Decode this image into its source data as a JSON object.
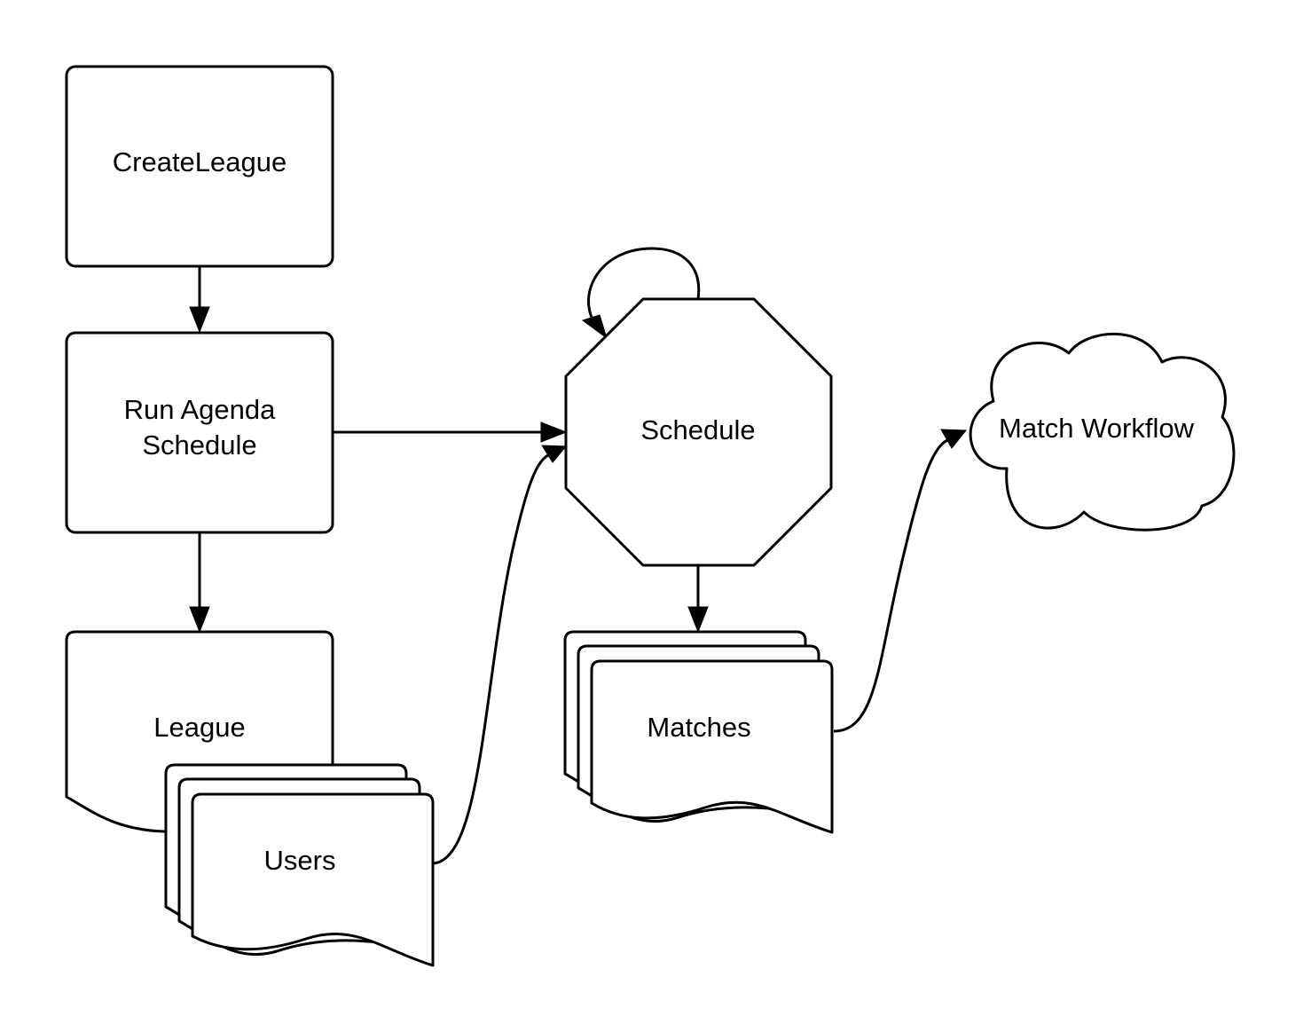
{
  "nodes": {
    "create_league": {
      "label": "CreateLeague"
    },
    "run_agenda_schedule": {
      "lines": [
        "Run Agenda",
        "Schedule"
      ]
    },
    "league": {
      "label": "League"
    },
    "users": {
      "label": "Users"
    },
    "schedule": {
      "label": "Schedule"
    },
    "matches": {
      "label": "Matches"
    },
    "match_workflow": {
      "label": "Match Workflow"
    }
  },
  "edges": [
    {
      "from": "CreateLeague",
      "to": "Run Agenda Schedule"
    },
    {
      "from": "Run Agenda Schedule",
      "to": "League"
    },
    {
      "from": "Run Agenda Schedule",
      "to": "Schedule"
    },
    {
      "from": "Users",
      "to": "Schedule"
    },
    {
      "from": "Schedule",
      "to": "Schedule"
    },
    {
      "from": "Schedule",
      "to": "Matches"
    },
    {
      "from": "Matches",
      "to": "Match Workflow"
    }
  ],
  "colors": {
    "stroke": "#000000",
    "fill": "#ffffff",
    "background": "#ffffff"
  }
}
